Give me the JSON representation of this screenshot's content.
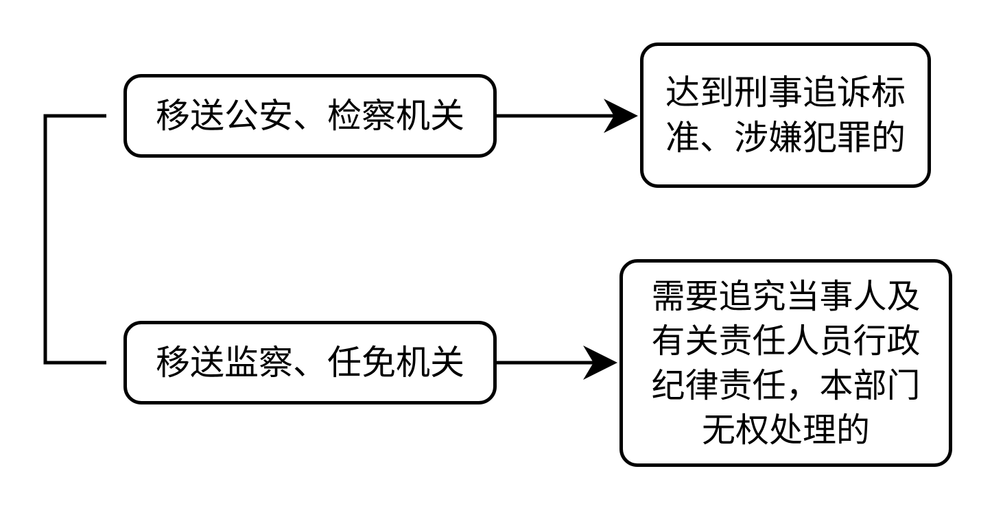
{
  "diagram": {
    "nodes": {
      "a1": {
        "label": "移送公安、检察机关"
      },
      "a2": {
        "label": "移送监察、任免机关"
      },
      "b1": {
        "lines": [
          "达到刑事追诉标",
          "准、涉嫌犯罪的"
        ]
      },
      "b2": {
        "lines": [
          "需要追究当事人及",
          "有关责任人员行政",
          "纪律责任，本部门",
          "无权处理的"
        ]
      }
    },
    "edges": [
      {
        "from": "a1",
        "to": "b1",
        "type": "arrow"
      },
      {
        "from": "a2",
        "to": "b2",
        "type": "arrow"
      },
      {
        "from": "a1",
        "to": "a2",
        "type": "bracket"
      }
    ]
  }
}
